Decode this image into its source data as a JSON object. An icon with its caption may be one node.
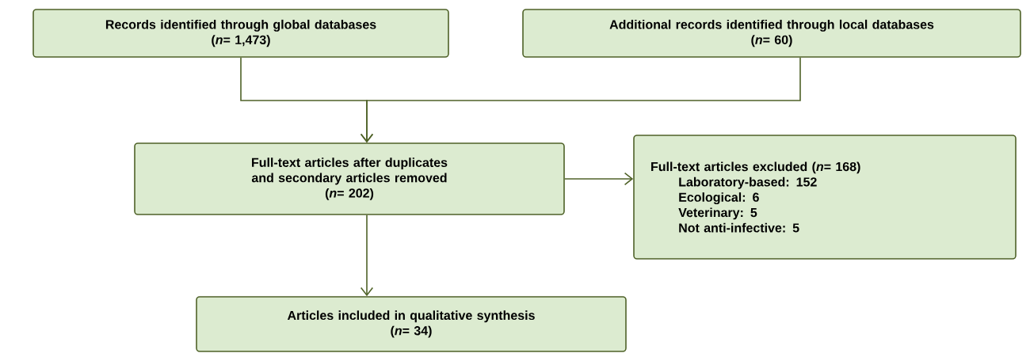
{
  "diagram": {
    "nodes": [
      {
        "text": [
          "Records identified through global databases",
          "(*n*= 1,473)"
        ]
      },
      {
        "text": [
          "Additional records identified through local databases",
          "(*n*= 60)"
        ]
      },
      {
        "text": [
          "Full-text articles after duplicates and secondary articles removed",
          "(*n*= 202)"
        ]
      },
      {
        "text": [
          "Full-text articles excluded (*n*= 168)",
          "Laboratory-based: 152",
          "Ecological: 6",
          "Veterinary: 5",
          "Not anti-infective: 5"
        ]
      },
      {
        "text": [
          "Articles included in qualitative synthesis",
          "(*n*= 34)"
        ]
      }
    ],
    "edges": [
      {
        "from": 0,
        "to": 2,
        "arrow": "to"
      },
      {
        "from": 1,
        "to": 2,
        "arrow": "to"
      },
      {
        "from": 2,
        "to": 3,
        "arrow": "to"
      },
      {
        "from": 2,
        "to": 4,
        "arrow": "to"
      }
    ]
  }
}
